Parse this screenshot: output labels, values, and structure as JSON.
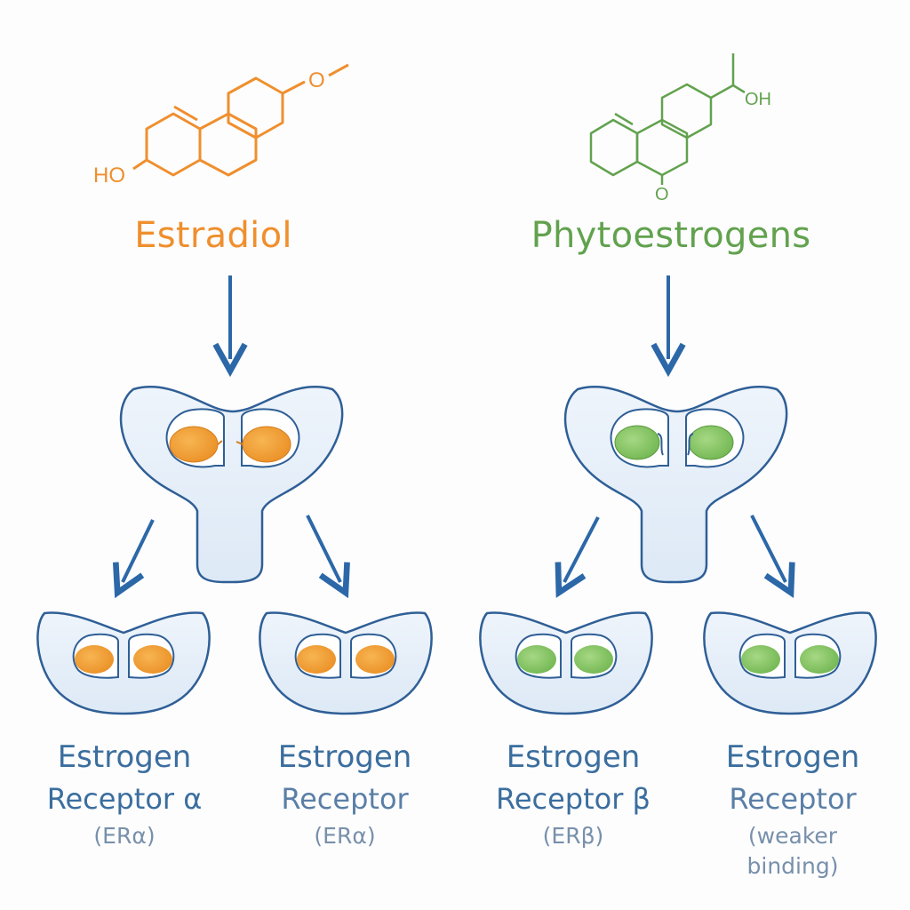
{
  "left_group": {
    "title": "Estradiol",
    "structure_labels": {
      "hydroxyl": "HO",
      "ether": "O"
    },
    "color": "#ef8f2e"
  },
  "right_group": {
    "title": "Phytoestrogens",
    "structure_labels": {
      "hydroxyl": "OH",
      "carbonyl": "O"
    },
    "color": "#62a24e"
  },
  "receptor_labels": [
    {
      "line1": "Estrogen",
      "line2": "Receptor α",
      "line3": "(ERα)"
    },
    {
      "line1": "Estrogen",
      "line2": "Receptor",
      "line3": "(ERα)"
    },
    {
      "line1": "Estrogen",
      "line2": "Receptor β",
      "line3": "(ERβ)"
    },
    {
      "line1": "Estrogen",
      "line2": "Receptor",
      "line3": "(weaker",
      "line4": "binding)"
    }
  ],
  "colors": {
    "arrow": "#2c68a8",
    "receptor_fill": "#e4eef9",
    "receptor_stroke": "#2f5f96",
    "ligand_orange": "#f3a33c",
    "ligand_green": "#8cc868"
  }
}
